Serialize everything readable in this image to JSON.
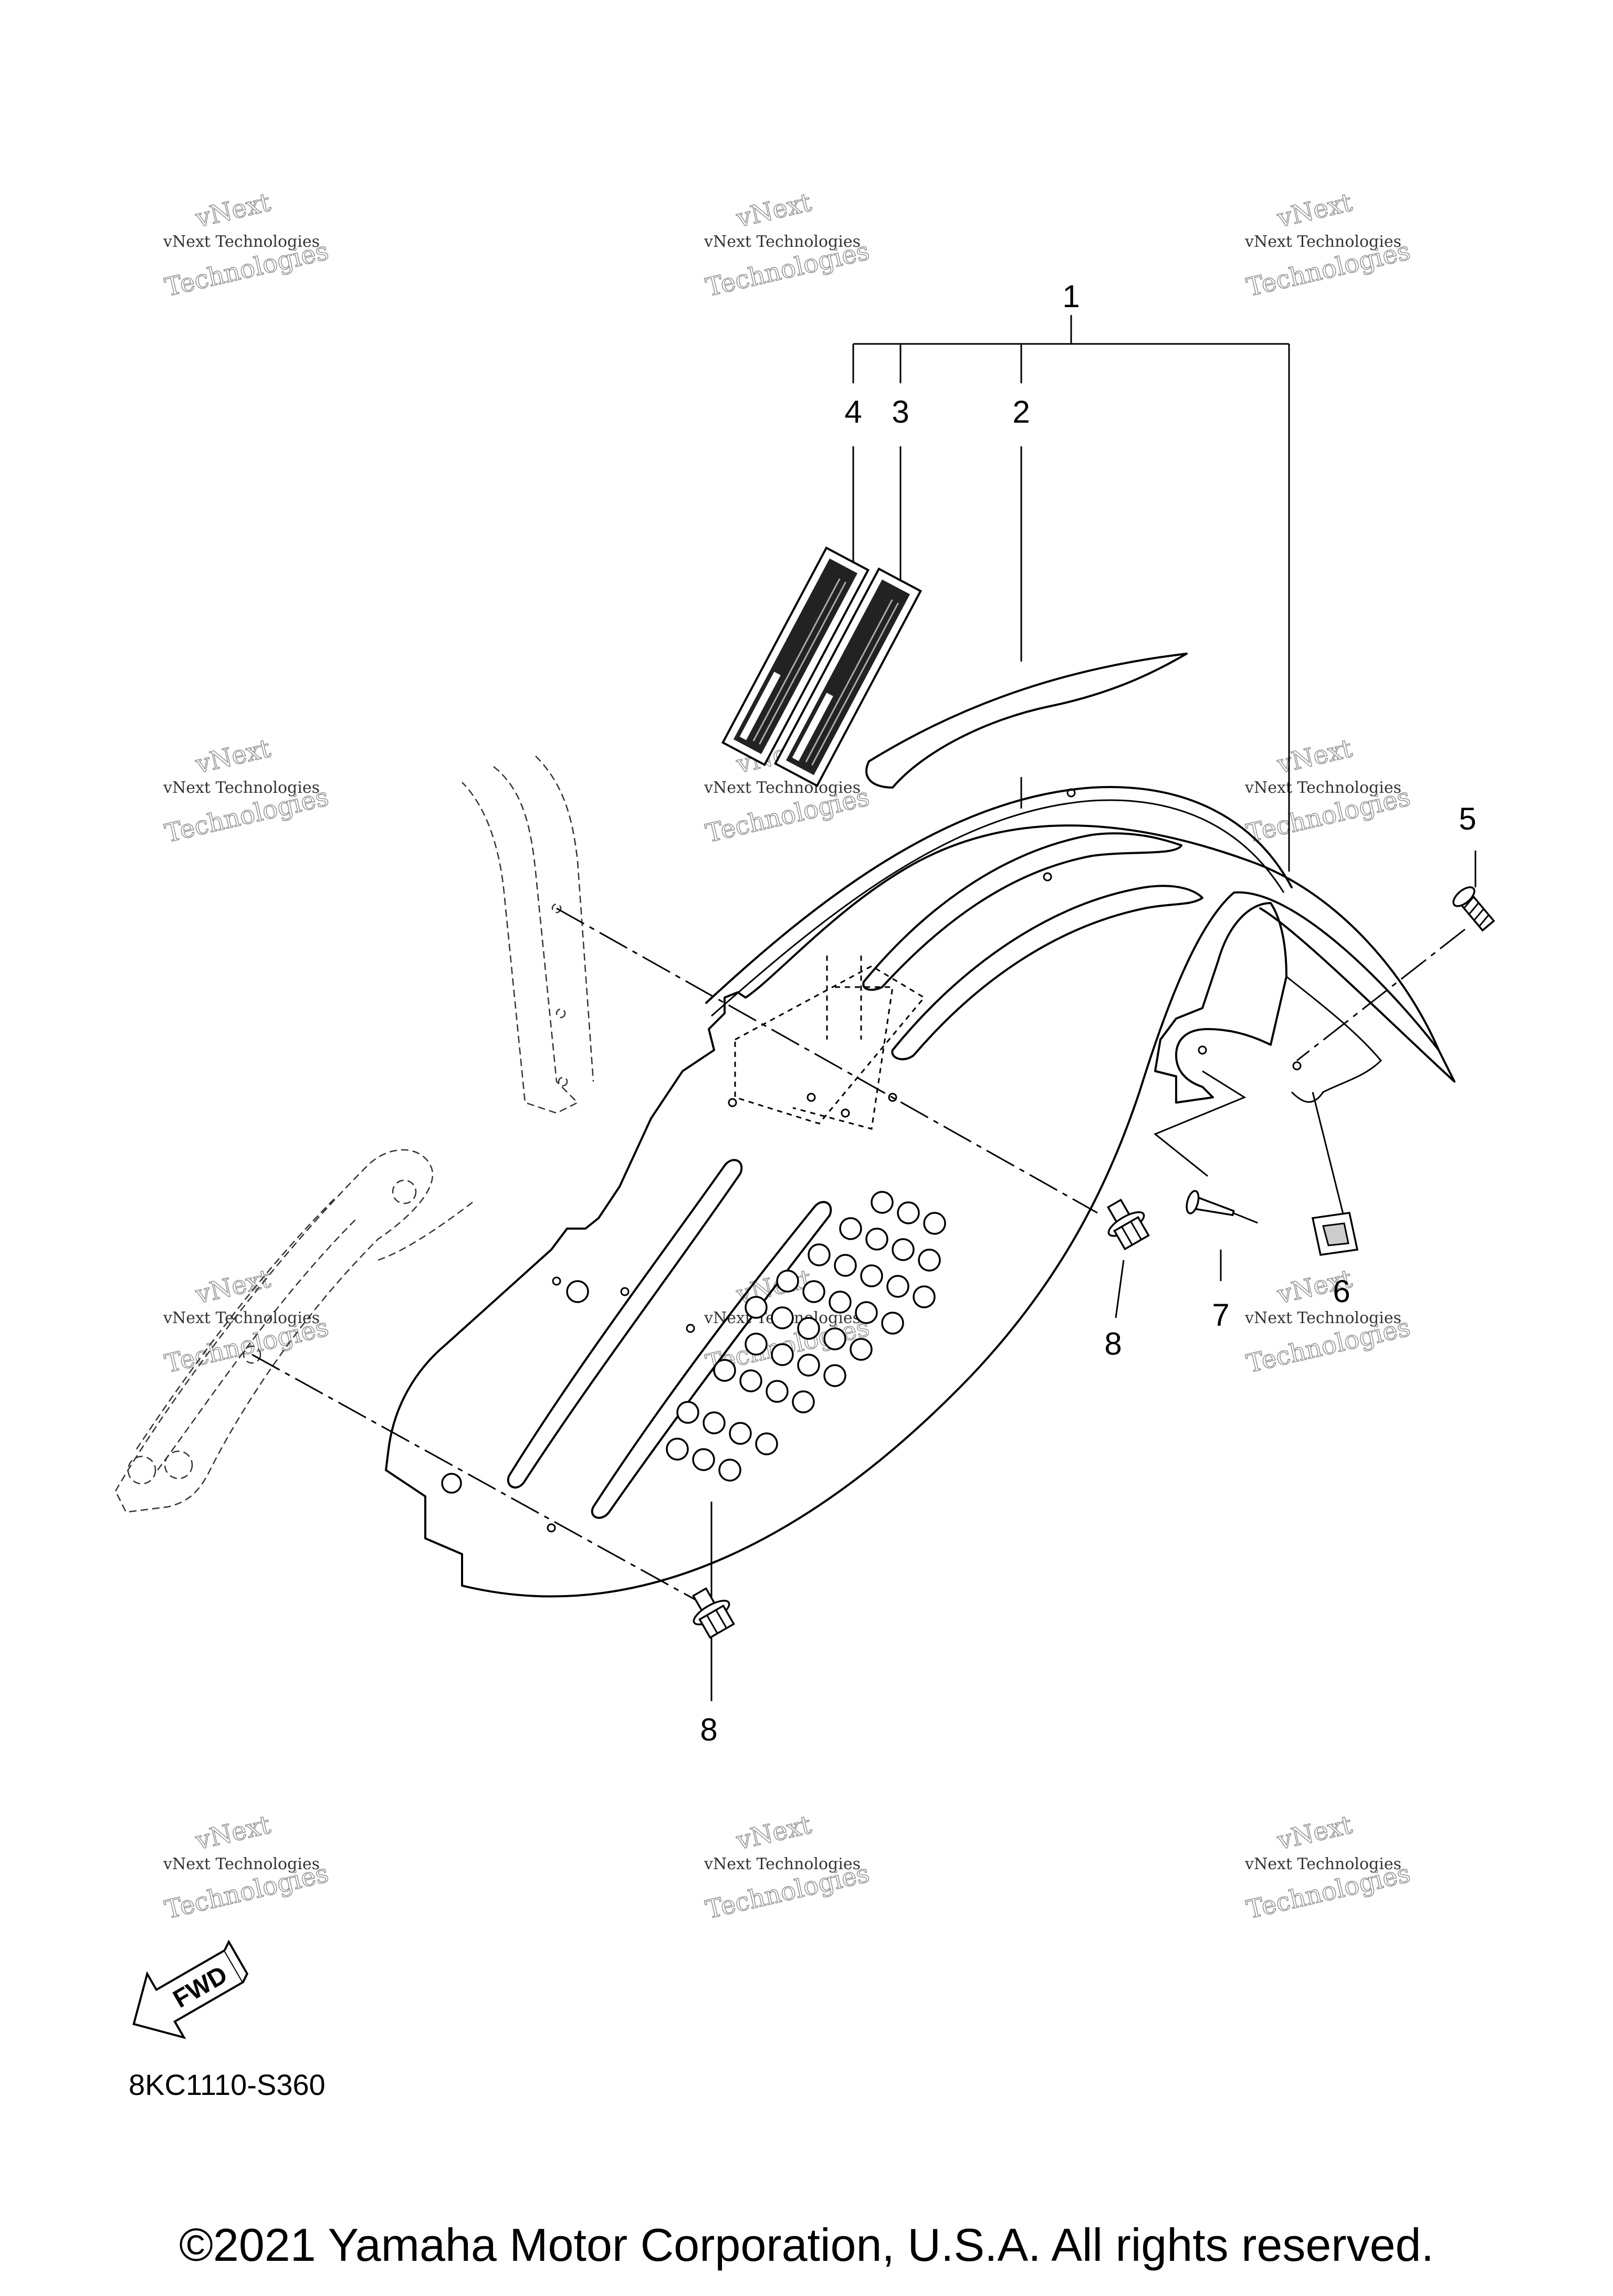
{
  "diagram": {
    "callouts": [
      {
        "id": "1",
        "text": "1"
      },
      {
        "id": "2",
        "text": "2"
      },
      {
        "id": "3",
        "text": "3"
      },
      {
        "id": "4",
        "text": "4"
      },
      {
        "id": "5",
        "text": "5"
      },
      {
        "id": "6",
        "text": "6"
      },
      {
        "id": "7",
        "text": "7"
      },
      {
        "id": "8a",
        "text": "8"
      },
      {
        "id": "8b",
        "text": "8"
      }
    ],
    "watermark": {
      "line1": "vNext",
      "line2": "vNext Technologies",
      "line3": "Technologies"
    },
    "fwd_label": "FWD",
    "diagram_code": "8KC1110-S360"
  },
  "footer": {
    "copyright": "©2021 Yamaha Motor Corporation, U.S.A. All rights reserved."
  }
}
